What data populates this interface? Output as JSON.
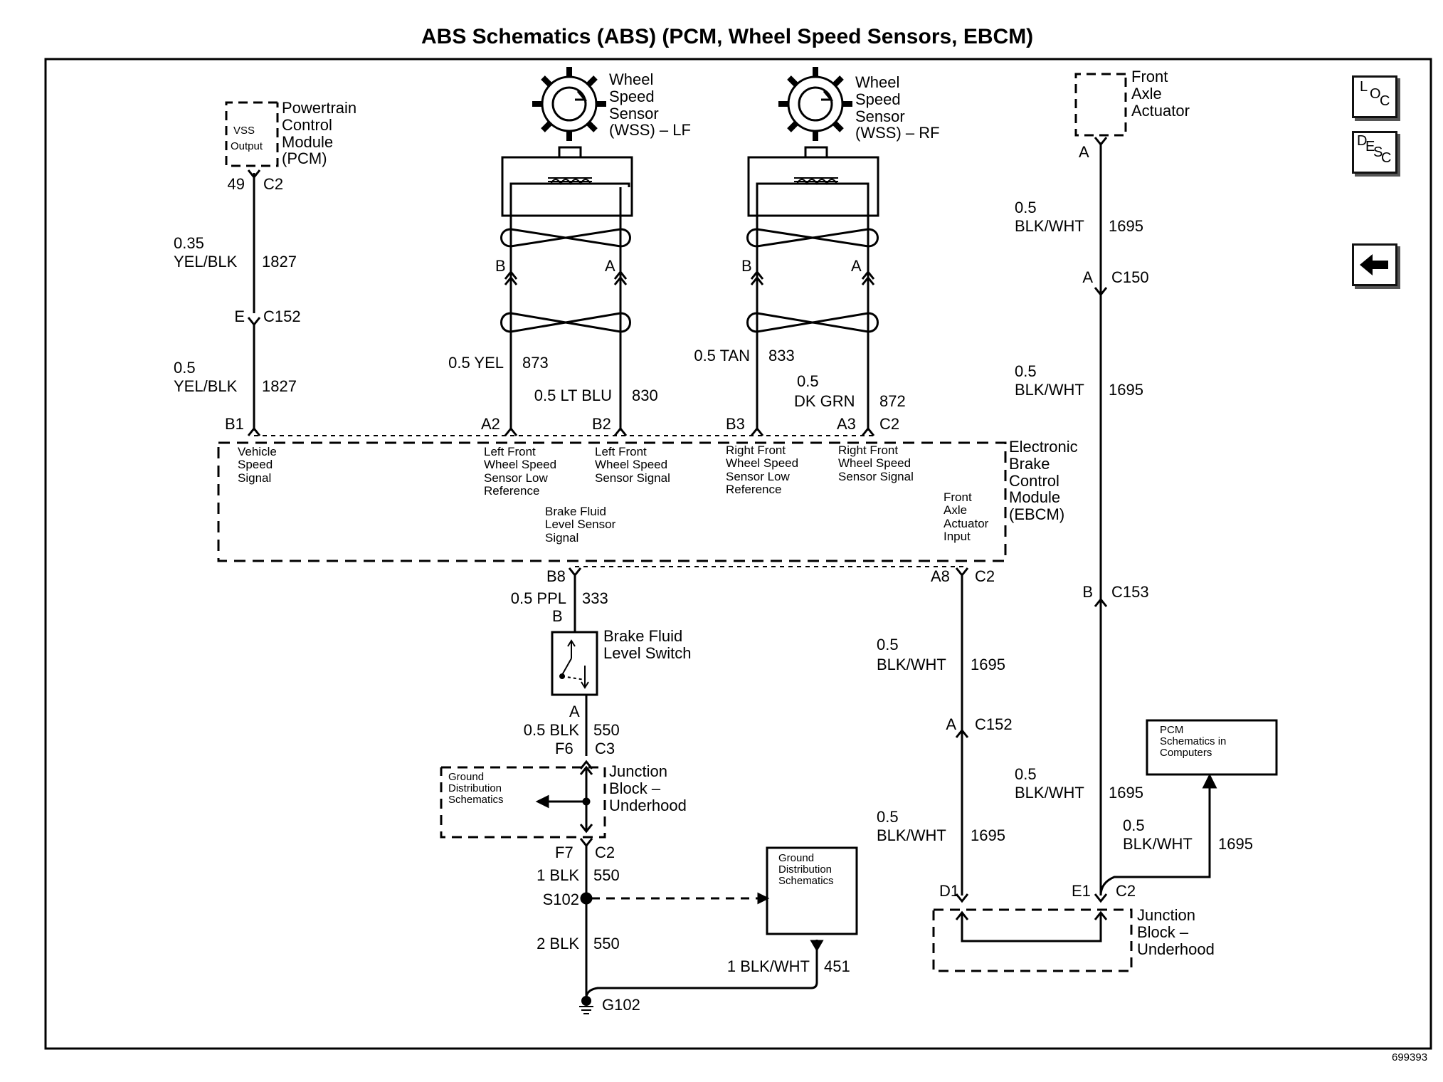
{
  "title": "ABS Schematics (ABS) (PCM, Wheel Speed Sensors, EBCM)",
  "figure_id": "699393",
  "nav": {
    "loc": {
      "l1": "L",
      "l2": "O",
      "l3": "C"
    },
    "desc": {
      "l1": "D",
      "l2": "E",
      "l3": "S",
      "l4": "C"
    },
    "back": "back-arrow-icon"
  },
  "pcm": {
    "label": "Powertrain\nControl\nModule\n(PCM)",
    "vss": "VSS",
    "output": "Output",
    "pin": "49",
    "conn": "C2"
  },
  "wire_1827": {
    "upper": {
      "size": "0.35",
      "color": "YEL/BLK",
      "circuit": "1827"
    },
    "lower": {
      "size": "0.5",
      "color": "YEL/BLK",
      "circuit": "1827"
    },
    "conn_pin": "E",
    "conn": "C152"
  },
  "wss_lf": {
    "label": "Wheel\nSpeed\nSensor\n(WSS) – LF",
    "pin_b": "B",
    "pin_a": "A",
    "wire1": {
      "label": "0.5 YEL",
      "circuit": "873"
    },
    "wire2": {
      "label": "0.5 LT BLU",
      "circuit": "830"
    }
  },
  "wss_rf": {
    "label": "Wheel\nSpeed\nSensor\n(WSS) – RF",
    "pin_b": "B",
    "pin_a": "A",
    "wire1": {
      "label": "0.5 TAN",
      "circuit": "833"
    },
    "wire2_size": "0.5",
    "wire2_color": "DK GRN",
    "wire2_circuit": "872"
  },
  "front_axle": {
    "label": "Front\nAxle\nActuator",
    "pin": "A",
    "w1": {
      "size": "0.5",
      "color": "BLK/WHT",
      "circuit": "1695"
    },
    "c150_pin": "A",
    "c150": "C150",
    "w2": {
      "size": "0.5",
      "color": "BLK/WHT",
      "circuit": "1695"
    },
    "c153_pin": "B",
    "c153": "C153",
    "w3": {
      "size": "0.5",
      "color": "BLK/WHT",
      "circuit": "1695"
    }
  },
  "ebcm": {
    "label": "Electronic\nBrake\nControl\nModule\n(EBCM)",
    "pins_top": {
      "b1": "B1",
      "a2": "A2",
      "b2": "B2",
      "b3": "B3",
      "a3": "A3",
      "c2": "C2"
    },
    "pins_bottom": {
      "b8": "B8",
      "a8": "A8",
      "c2": "C2"
    },
    "sig_vss": "Vehicle\nSpeed\nSignal",
    "sig_lf_low": "Left Front\nWheel Speed\nSensor Low\nReference",
    "sig_lf": "Left Front\nWheel Speed\nSensor Signal",
    "sig_rf_low": "Right Front\nWheel Speed\nSensor Low\nReference",
    "sig_rf": "Right Front\nWheel Speed\nSensor Signal",
    "sig_bfl": "Brake Fluid\nLevel Sensor\nSignal",
    "sig_faa": "Front\nAxle\nActuator\nInput"
  },
  "brake_fluid": {
    "wire": {
      "label": "0.5 PPL",
      "circuit": "333"
    },
    "pin_b": "B",
    "label": "Brake Fluid\nLevel Switch",
    "pin_a": "A",
    "wire2": {
      "label": "0.5 BLK",
      "circuit": "550"
    }
  },
  "jb_left": {
    "f6": "F6",
    "c3": "C3",
    "label": "Junction\nBlock –\nUnderhood",
    "ground_ref": "Ground\nDistribution\nSchematics",
    "f7": "F7",
    "c2": "C2"
  },
  "ground": {
    "w1": {
      "label": "1 BLK",
      "circuit": "550"
    },
    "splice": "S102",
    "w2": {
      "label": "2 BLK",
      "circuit": "550"
    },
    "g": "G102",
    "box": "Ground\nDistribution\nSchematics",
    "w3": {
      "label": "1 BLK/WHT",
      "circuit": "451"
    }
  },
  "a8_wire": {
    "w1": {
      "size": "0.5",
      "color": "BLK/WHT",
      "circuit": "1695"
    },
    "c152_pin": "A",
    "c152": "C152",
    "w2": {
      "size": "0.5",
      "color": "BLK/WHT",
      "circuit": "1695"
    }
  },
  "jb_right": {
    "d1": "D1",
    "e1": "E1",
    "c2": "C2",
    "label": "Junction\nBlock –\nUnderhood"
  },
  "pcm_ref": {
    "box": "PCM\nSchematics in\nComputers",
    "w": {
      "size": "0.5",
      "color": "BLK/WHT",
      "circuit": "1695"
    }
  }
}
